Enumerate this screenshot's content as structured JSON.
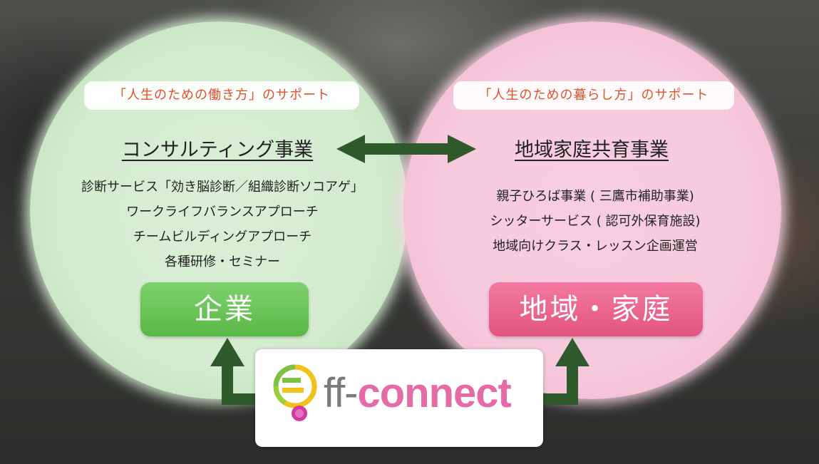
{
  "left_section": {
    "tagline": "「人生のための働き方」のサポート",
    "title": "コンサルティング事業",
    "services": [
      "診断サービス「効き脳診断／組織診断ソコアゲ」",
      "ワークライフバランスアプローチ",
      "チームビルディングアプローチ",
      "各種研修・セミナー"
    ],
    "target_label": "企業"
  },
  "right_section": {
    "tagline": "「人生のための暮らし方」のサポート",
    "title": "地域家庭共育事業",
    "services": [
      "親子ひろば事業 ( 三鷹市補助事業)",
      "シッターサービス ( 認可外保育施設)",
      "地域向けクラス・レッスン企画運営"
    ],
    "target_label": "地域・家庭"
  },
  "logo": {
    "text_prefix": "ff-",
    "text_main": "connect"
  },
  "colors": {
    "green_circle": "#d3ebcf",
    "pink_circle": "#f6c9dc",
    "arrow": "#2f5a2c",
    "tagline_text": "#e0512a",
    "green_tag": "#5ab947",
    "pink_tag": "#e65a85",
    "logo_pink": "#e66aa6"
  },
  "icons": [
    "double-arrow-icon",
    "up-arrow-left-icon",
    "up-arrow-right-icon",
    "ff-connect-logo-mark"
  ]
}
